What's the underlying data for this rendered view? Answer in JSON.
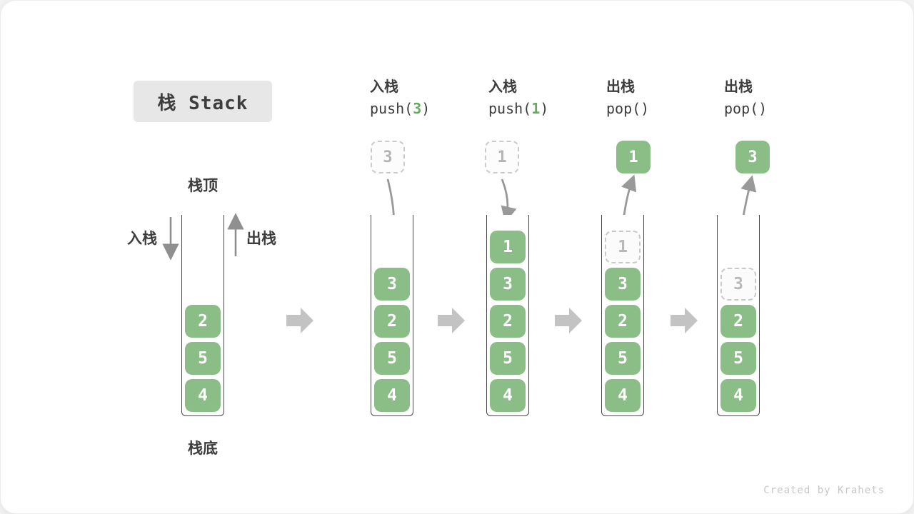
{
  "title": {
    "text": "栈 Stack"
  },
  "legend": {
    "stack_top": "栈顶",
    "stack_bottom": "栈底",
    "push_label": "入栈",
    "pop_label": "出栈"
  },
  "operations": [
    {
      "name": "push-3",
      "line1": "入栈",
      "code_pre": "push(",
      "code_num": "3",
      "code_post": ")"
    },
    {
      "name": "push-1",
      "line1": "入栈",
      "code_pre": "push(",
      "code_num": "1",
      "code_post": ")"
    },
    {
      "name": "pop-1",
      "line1": "出栈",
      "code_pre": "pop(",
      "code_num": "",
      "code_post": ")"
    },
    {
      "name": "pop-3",
      "line1": "出栈",
      "code_pre": "pop(",
      "code_num": "",
      "code_post": ")"
    }
  ],
  "floating_boxes": [
    {
      "value": "3",
      "style": "dashed"
    },
    {
      "value": "1",
      "style": "dashed"
    },
    {
      "value": "1",
      "style": "solid"
    },
    {
      "value": "3",
      "style": "solid"
    }
  ],
  "stacks": [
    {
      "name": "stack-initial",
      "cells_bottom_up": [
        {
          "value": "4"
        },
        {
          "value": "5"
        },
        {
          "value": "2"
        }
      ]
    },
    {
      "name": "stack-after-push-3",
      "cells_bottom_up": [
        {
          "value": "4"
        },
        {
          "value": "5"
        },
        {
          "value": "2"
        },
        {
          "value": "3"
        }
      ]
    },
    {
      "name": "stack-after-push-1",
      "cells_bottom_up": [
        {
          "value": "4"
        },
        {
          "value": "5"
        },
        {
          "value": "2"
        },
        {
          "value": "3"
        },
        {
          "value": "1"
        }
      ]
    },
    {
      "name": "stack-after-pop-1",
      "cells_bottom_up": [
        {
          "value": "4"
        },
        {
          "value": "5"
        },
        {
          "value": "2"
        },
        {
          "value": "3"
        },
        {
          "value": "1",
          "ghost": true
        }
      ]
    },
    {
      "name": "stack-after-pop-3",
      "cells_bottom_up": [
        {
          "value": "4"
        },
        {
          "value": "5"
        },
        {
          "value": "2"
        },
        {
          "value": "3",
          "ghost": true
        }
      ]
    }
  ],
  "colors": {
    "cell_green": "#8bbe87",
    "accent_green_text": "#69a85f",
    "block_arrow_gray": "#c3c3c3",
    "curve_arrow_gray": "#999999"
  },
  "footer": {
    "credit": "Created by Krahets"
  }
}
